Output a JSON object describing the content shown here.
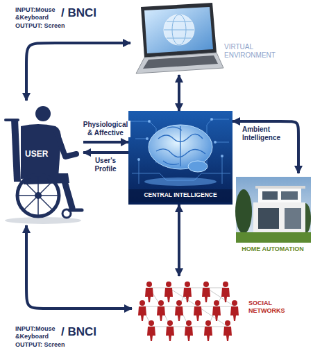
{
  "diagram": {
    "nodes": [
      {
        "text": [
          "VIRTUAL ENVIRONMENT"
        ]
      },
      {
        "text": [
          "USER"
        ]
      },
      {
        "text": [
          "CENTRAL INTELLIGENCE"
        ]
      },
      {
        "text": [
          "HOME AUTOMATION"
        ]
      },
      {
        "text": [
          "SOCIAL NETWORKS"
        ]
      }
    ],
    "edges": [
      {
        "from": 1,
        "to": 0,
        "arrow": "both"
      },
      {
        "from": 0,
        "to": 2,
        "arrow": "both"
      },
      {
        "from": 1,
        "to": 2,
        "label": "Physiological & Affective",
        "arrow": "to"
      },
      {
        "from": 2,
        "to": 1,
        "label": "User's Profile",
        "arrow": "to"
      },
      {
        "from": 2,
        "to": 3,
        "label": "Ambient Intelligence",
        "arrow": "both"
      },
      {
        "from": 2,
        "to": 4,
        "arrow": "both"
      },
      {
        "from": 1,
        "to": 4,
        "arrow": "both"
      }
    ],
    "labels": [
      "INPUT:Mouse &Keyboard",
      "/ BNCI",
      "OUTPUT: Screen",
      "INPUT:Mouse &Keyboard",
      "/ BNCI",
      "OUTPUT: Screen"
    ]
  }
}
